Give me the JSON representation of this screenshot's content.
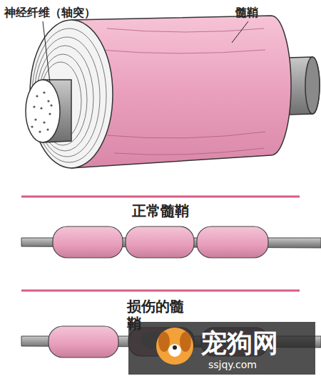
{
  "diagram": {
    "labels": [
      "神经纤维（轴突）",
      "髓鞘",
      "正常髓鞘",
      "损伤的髓鞘",
      "宠狗网",
      "ssjqy.com"
    ]
  }
}
